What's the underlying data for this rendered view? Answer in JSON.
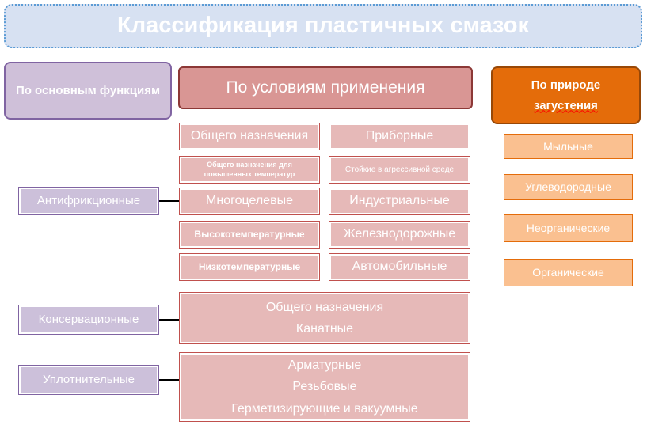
{
  "title": "Классификация пластичных смазок",
  "headers": {
    "functions": "По основным функциям",
    "conditions": "По условиям применения",
    "thickener_line1": "По природе",
    "thickener_line2": "загустения"
  },
  "functions": {
    "antifriction": "Антифрикционные",
    "conservation": "Консервационные",
    "sealing": "Уплотнительные"
  },
  "conditions": {
    "general": "Общего назначения",
    "instrument": "Приборные",
    "high_temp_general": "Общего назначения для повышенных температур",
    "aggressive": "Стойкие в агрессивной среде",
    "multipurpose": "Многоцелевые",
    "industrial": "Индустриальные",
    "high_temp": "Высокотемпературные",
    "railway": "Железнодорожные",
    "low_temp": "Низкотемпературные",
    "automotive": "Автомобильные",
    "conservation_items": [
      "Общего назначения",
      "Канатные"
    ],
    "sealing_items": [
      "Арматурные",
      "Резьбовые",
      "Герметизирующие и вакуумные"
    ]
  },
  "thickeners": [
    "Мыльные",
    "Углеводородные",
    "Неорганические",
    "Органические"
  ]
}
